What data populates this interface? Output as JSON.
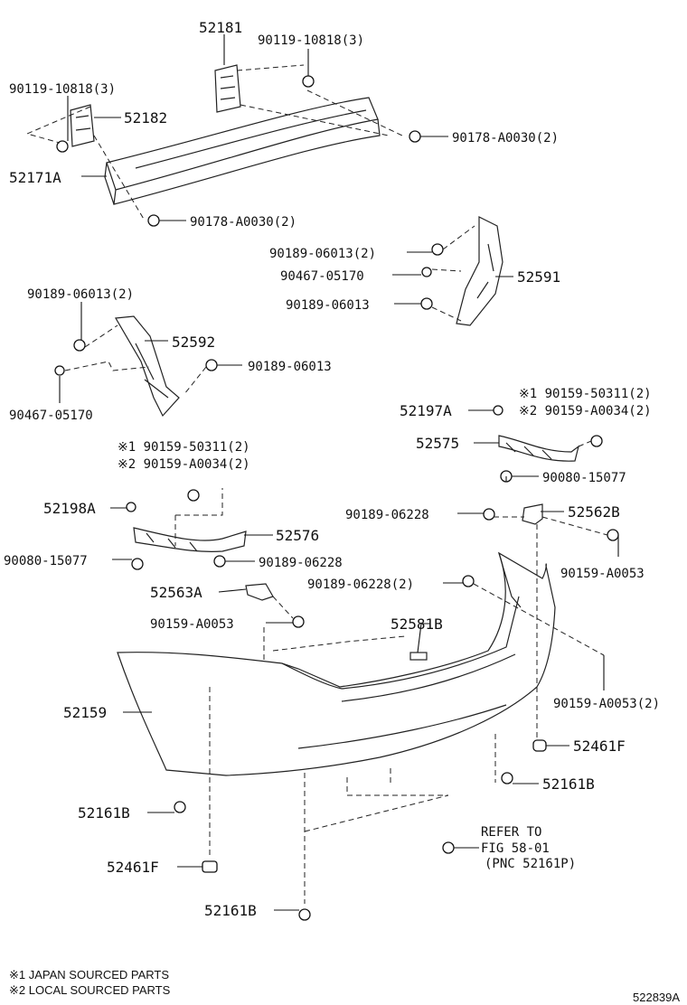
{
  "labels": {
    "p52181": "52181",
    "p90119a": "90119-10818(3)",
    "p90119b": "90119-10818(3)",
    "p52182": "52182",
    "p90178a": "90178-A0030(2)",
    "p52171A": "52171A",
    "p90178b": "90178-A0030(2)",
    "p90189_2a": "90189-06013(2)",
    "p90467a": "90467-05170",
    "p52591": "52591",
    "p90189_a": "90189-06013",
    "p90189_2b": "90189-06013(2)",
    "p52592": "52592",
    "p90189_b": "90189-06013",
    "p90467b": "90467-05170",
    "p52197A": "52197A",
    "p90159_50311a": "※1 90159-50311(2)",
    "p90159_A0034a": "※2 90159-A0034(2)",
    "p52575": "52575",
    "p90080a": "90080-15077",
    "p90159_50311b": "※1 90159-50311(2)",
    "p90159_A0034b": "※2 90159-A0034(2)",
    "p52198A": "52198A",
    "p52576": "52576",
    "p90189_06228a": "90189-06228",
    "p52562B": "52562B",
    "p90080b": "90080-15077",
    "p90189_06228b": "90189-06228",
    "p90159_A0053a": "90159-A0053",
    "p52563A": "52563A",
    "p90189_06228c": "90189-06228(2)",
    "p90159_A0053b": "90159-A0053",
    "p52581B": "52581B",
    "p52159": "52159",
    "p90159_A0053c": "90159-A0053(2)",
    "p52461Fa": "52461F",
    "p52161Ba": "52161B",
    "p52161Bb": "52161B",
    "p52461Fb": "52461F",
    "p52161Bc": "52161B",
    "refer1": "REFER TO",
    "refer2": "FIG 58-01",
    "refer3": "(PNC 52161P)"
  },
  "footnotes": {
    "note1": "※1 JAPAN SOURCED PARTS",
    "note2": "※2 LOCAL SOURCED PARTS"
  },
  "figure_code": "522839A"
}
